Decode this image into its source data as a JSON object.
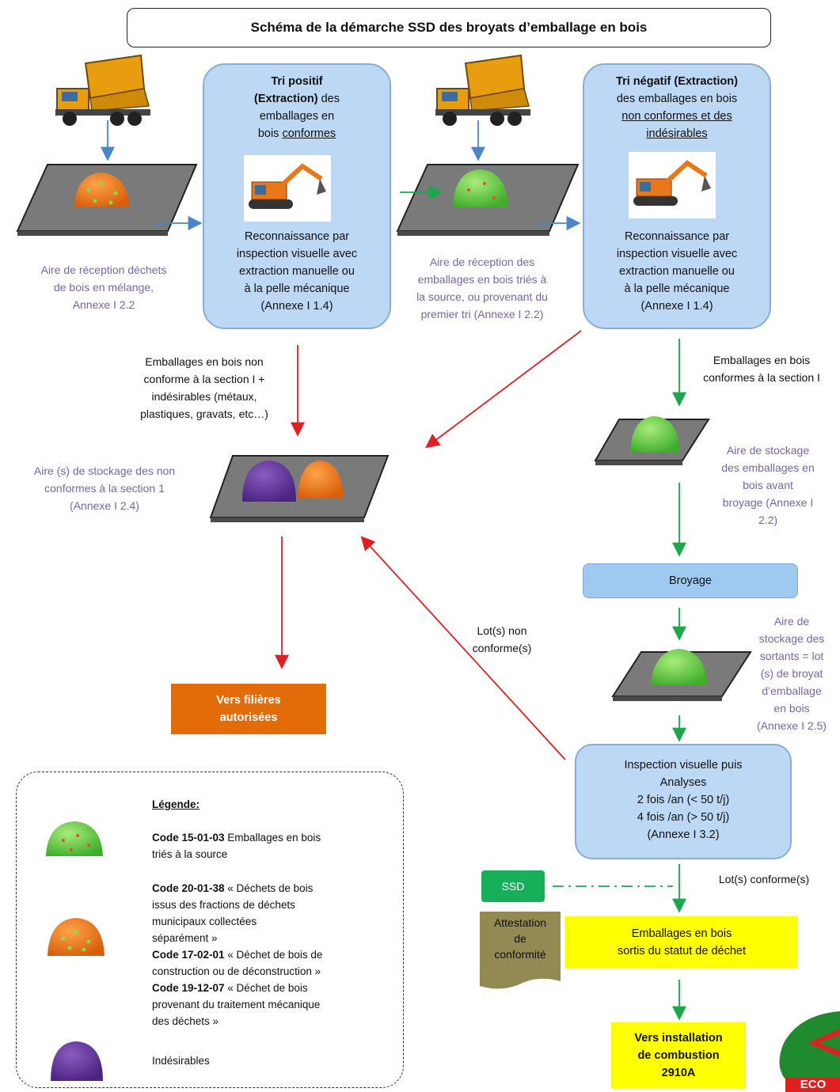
{
  "title": "Schéma de la démarche SSD des broyats d’emballage en bois",
  "step1": {
    "title_l1": "Tri positif",
    "title_l2": "(Extraction)",
    "title_l2b": " des",
    "text_l3": "emballages en",
    "text_l4a": "bois ",
    "text_l4b": "conformes",
    "desc_l1": "Reconnaissance par",
    "desc_l2": "inspection visuelle avec",
    "desc_l3": "extraction manuelle ou",
    "desc_l4": "à la pelle mécanique",
    "desc_l5": "(Annexe I 1.4)"
  },
  "step2": {
    "title_l1": "Tri négatif (Extraction)",
    "text_l2": "des emballages en bois",
    "text_l3": "non conformes et des",
    "text_l4": "indésirables",
    "desc_l1": "Reconnaissance par",
    "desc_l2": "inspection visuelle avec",
    "desc_l3": "extraction manuelle ou",
    "desc_l4": "à la pelle mécanique",
    "desc_l5": "(Annexe I 1.4)"
  },
  "labels": {
    "area1": [
      "Aire de réception déchets",
      "de bois en mélange,",
      "Annexe I 2.2"
    ],
    "area2": [
      "Aire de réception des",
      "emballages en bois triés à",
      "la source, ou provenant du",
      "premier tri (Annexe I 2.2)"
    ],
    "nonconf_flow": [
      "Emballages en bois non",
      "conforme à la section I +",
      "indésirables (métaux,",
      "plastiques, gravats, etc…)"
    ],
    "storage_nonconf": [
      "Aire (s) de stockage des non",
      "conformes à la section 1",
      "(Annexe I 2.4)"
    ],
    "conf_flow": [
      "Emballages en bois",
      "conformes à la section I"
    ],
    "storage_before": [
      "Aire de stockage",
      "des emballages en",
      "bois avant",
      "broyage (Annexe I",
      "2.2)"
    ],
    "storage_out": [
      "Aire de",
      "stockage des",
      "sortants = lot",
      "(s) de broyat",
      "d’emballage",
      "en bois",
      "(Annexe I 2.5)"
    ],
    "lot_nonconf": [
      "Lot(s) non",
      "conforme(s)"
    ],
    "lot_conf": "Lot(s) conforme(s)"
  },
  "broyage": "Broyage",
  "inspection": [
    "Inspection visuelle puis",
    "Analyses",
    "2 fois /an (< 50 t/j)",
    "4 fois /an (> 50 t/j)",
    "(Annexe I 3.2)"
  ],
  "vers_filieres": [
    "Vers filières",
    "autorisées"
  ],
  "ssd": "SSD",
  "attestation": [
    "Attestation",
    "de",
    "conformité"
  ],
  "sortis": [
    "Emballages en bois",
    "sortis du statut de déchet"
  ],
  "vers_combustion": [
    "Vers installation",
    "de combustion",
    "2910A"
  ],
  "legend": {
    "title": "Légende:",
    "item1_code": "Code 15-01-03",
    "item1_text": " Emballages en bois",
    "item1_text2": "triés à la source",
    "item2_code": "Code 20-01-38",
    "item2_text": " « Déchets de bois",
    "item2_l2": "issus des fractions de déchets",
    "item2_l3": "municipaux collectées",
    "item2_l4": "séparément »",
    "item3_code": "Code 17-02-01",
    "item3_text": " « Déchet de bois de",
    "item3_l2": "construction ou de déconstruction »",
    "item4_code": "Code 19-12-07",
    "item4_text": " « Déchet de bois",
    "item4_l2": "provenant du traitement mécanique",
    "item4_l3": "des déchets »",
    "item5": "Indésirables"
  },
  "logo_text": "ECO",
  "colors": {
    "green_heap": "#6fd14a",
    "orange_heap": "#f07b1c",
    "purple_heap": "#6a3c9a",
    "blue_box": "#bcd8f4",
    "orange_box": "#e36c0a",
    "yellow_box": "#ffff00",
    "green_arrow": "#1aa84a",
    "red_arrow": "#e02020",
    "blue_arrow": "#4a86c8"
  }
}
